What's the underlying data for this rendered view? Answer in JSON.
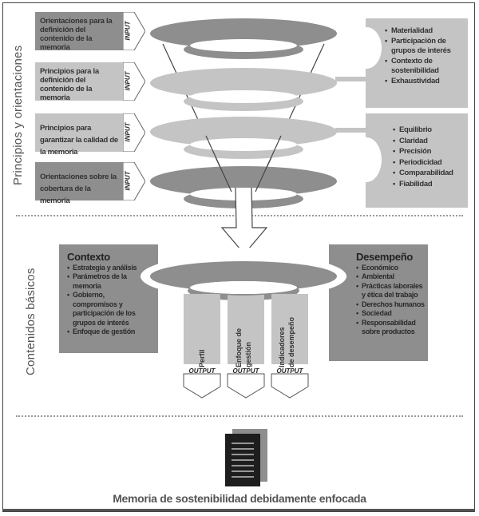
{
  "sections": {
    "top_label": "Principios y orientaciones",
    "middle_label": "Contenidos básicos"
  },
  "inputs": [
    {
      "label": "Orientaciones para la definición del contenido de la memoria",
      "tag": "INPUT",
      "shade": "dark"
    },
    {
      "label": "Principios para la definición del contenido de la memoria",
      "tag": "INPUT",
      "shade": "light"
    },
    {
      "label": "Principios para garantizar la calidad de la memoria",
      "tag": "INPUT",
      "shade": "light"
    },
    {
      "label": "Orientaciones sobre la cobertura de la memoria",
      "tag": "INPUT",
      "shade": "dark"
    }
  ],
  "content_principles": {
    "items": [
      "Materialidad",
      "Participación de grupos de interés",
      "Contexto de sostenibilidad",
      "Exhaustividad"
    ]
  },
  "quality_principles": {
    "items": [
      "Equilibrio",
      "Claridad",
      "Precisión",
      "Periodicidad",
      "Comparabilidad",
      "Fiabilidad"
    ]
  },
  "context_panel": {
    "title": "Contexto",
    "items": [
      "Estrategia y análisis",
      "Parámetros de la memoria",
      "Gobierno, compromisos y participación de los grupos de interés",
      "Enfoque de gestión"
    ]
  },
  "performance_panel": {
    "title": "Desempeño",
    "items": [
      "Económico",
      "Ambiental",
      "Prácticas laborales y ética del trabajo",
      "Derechos humanos",
      "Sociedad",
      "Responsabilidad sobre productos"
    ]
  },
  "outputs": [
    {
      "label_lines": [
        "Perfil"
      ],
      "tag": "OUTPUT"
    },
    {
      "label_lines": [
        "Enfoque de",
        "gestión"
      ],
      "tag": "OUTPUT"
    },
    {
      "label_lines": [
        "Indicadores",
        "de desempeño"
      ],
      "tag": "OUTPUT"
    }
  ],
  "result": {
    "caption": "Memoria de sostenibilidad debidamente enfocada",
    "icon": "document-stack-icon"
  },
  "colors": {
    "dark_gray": "#8e8e8e",
    "light_gray": "#c4c4c4",
    "black": "#1e1e1e"
  }
}
